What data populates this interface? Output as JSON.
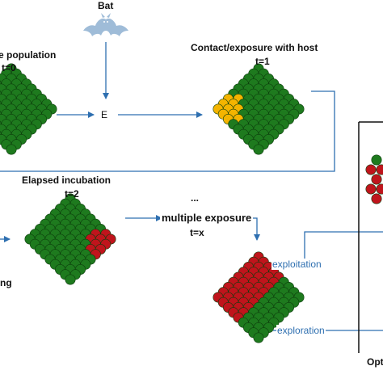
{
  "colors": {
    "green": "#1e7a1e",
    "red": "#c0141c",
    "yellow": "#f4b400",
    "blue": "#2e6fb0",
    "bat": "#9fbcd8",
    "text": "#111111"
  },
  "labels": {
    "bat": "Bat",
    "population": "e population",
    "t0": "t=0",
    "e_node": "E",
    "contact": "Contact/exposure with host",
    "t1": "t=1",
    "incubation": "Elapsed incubation",
    "t2": "t=2",
    "ellipsis": "...",
    "multiple": "multiple exposure",
    "tx": "t=x",
    "ng": "ng",
    "exploitation": "exploitation",
    "exploration": "exploration",
    "opt": "Opt"
  },
  "icons": {
    "bat_icon": "bat-icon"
  }
}
